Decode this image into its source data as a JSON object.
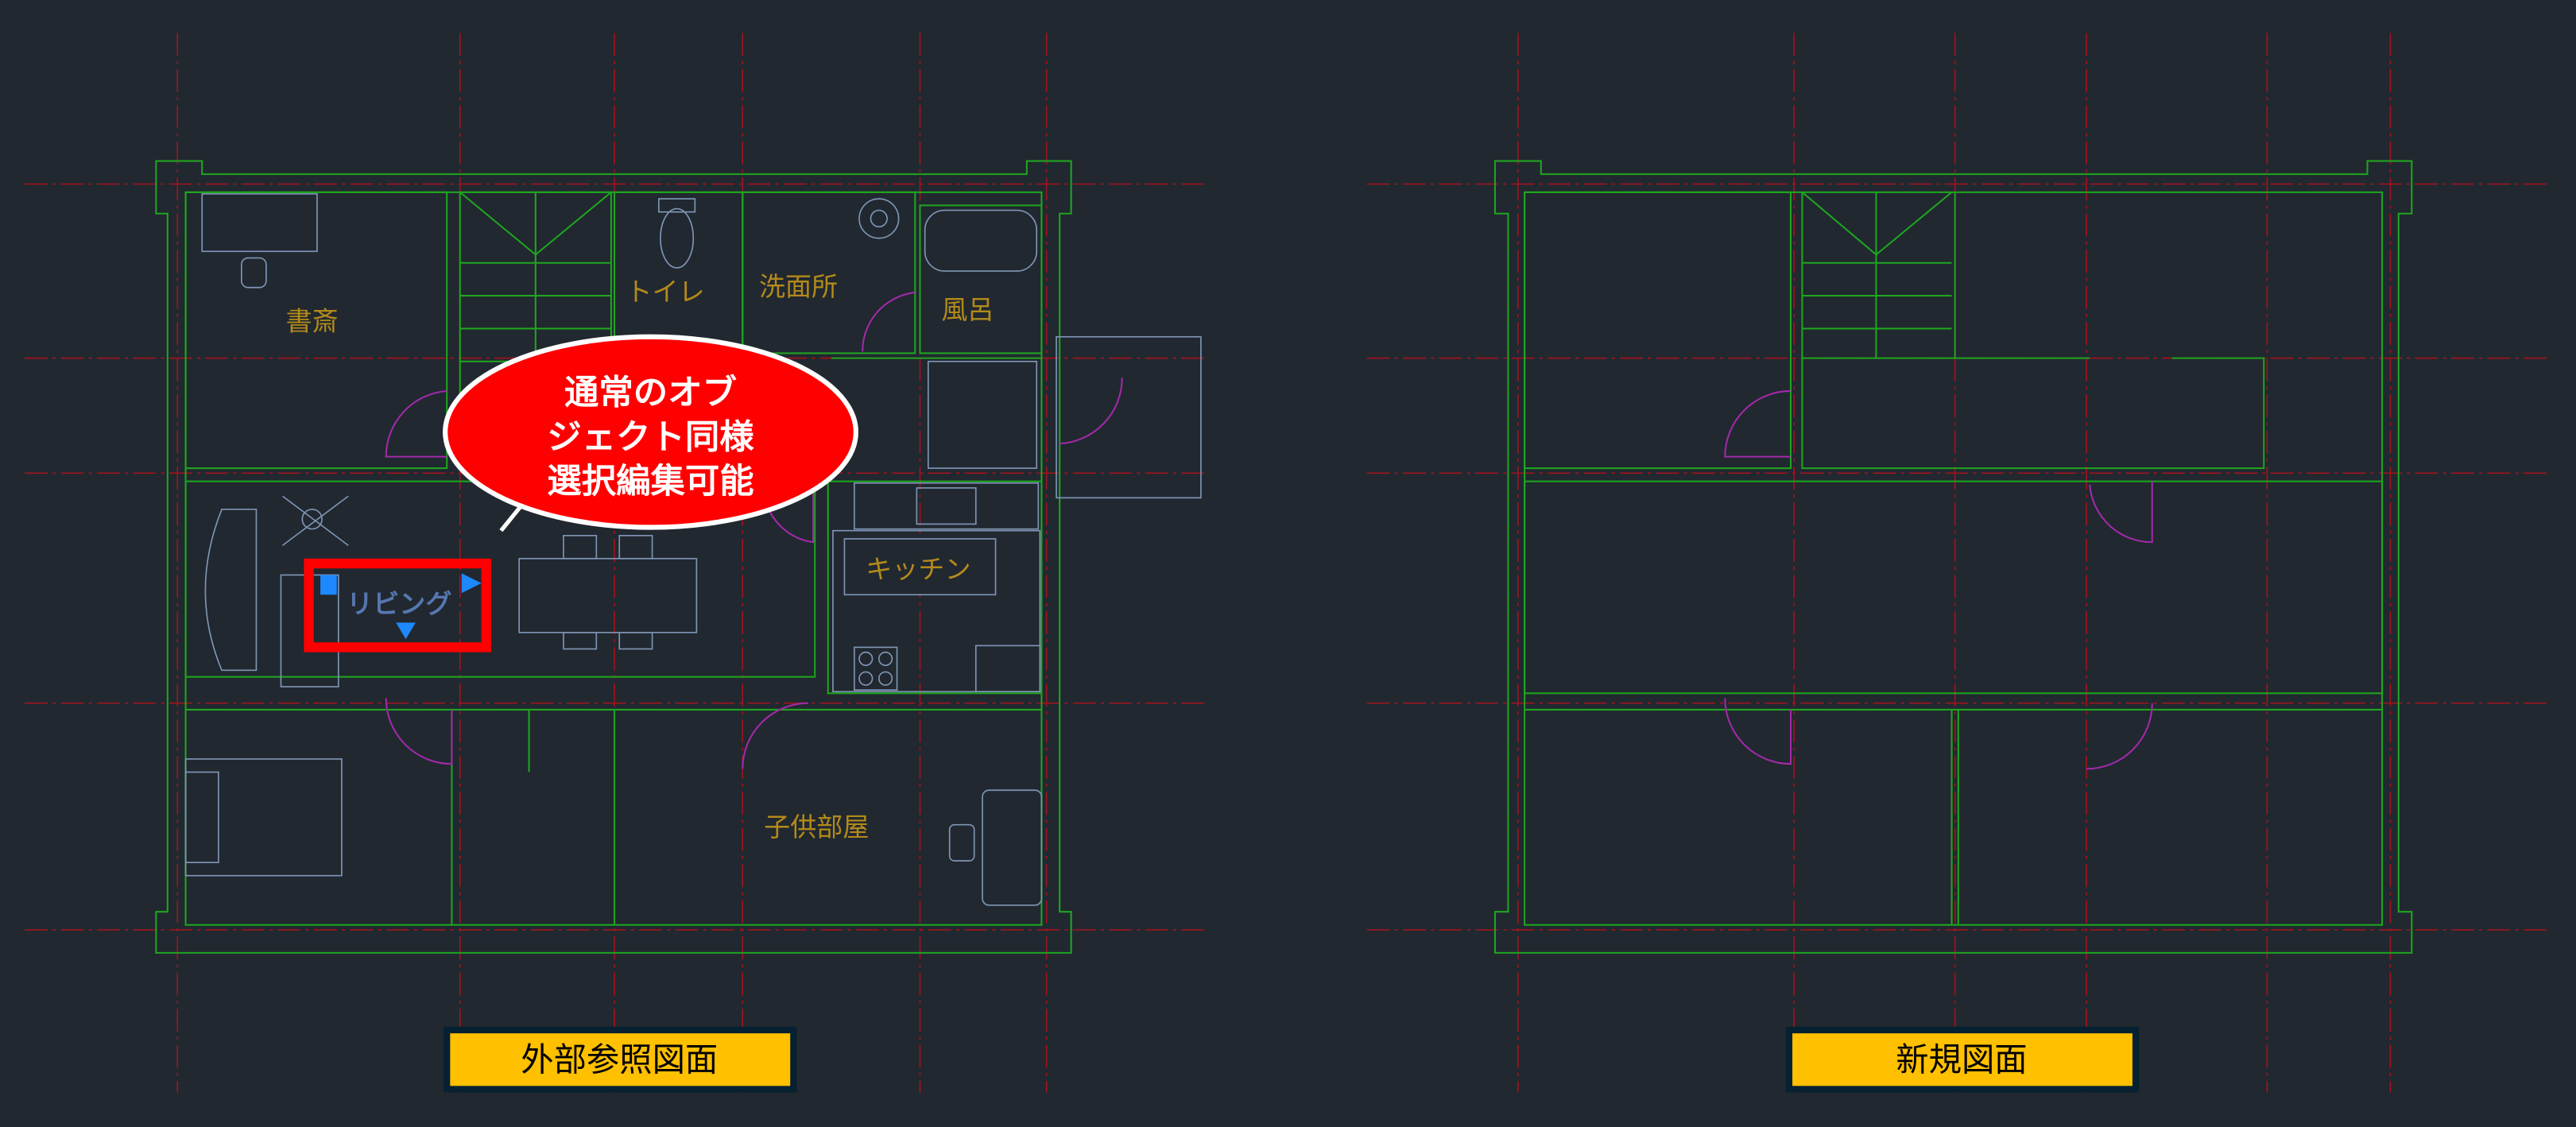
{
  "drawings": {
    "left": {
      "caption": "外部参照図面",
      "rooms": {
        "study": "書斎",
        "toilet": "トイレ",
        "washroom": "洗面所",
        "bath": "風呂",
        "living": "リビング",
        "kitchen": "キッチン",
        "kids_room": "子供部屋"
      },
      "callout": {
        "line1": "通常のオブ",
        "line2": "ジェクト同様",
        "line3": "選択編集可能"
      }
    },
    "right": {
      "caption": "新規図面"
    }
  },
  "colors": {
    "background": "#212830",
    "wall": "#1fa51f",
    "grid": "#a0141e",
    "door": "#a12aa8",
    "room_label": "#b38a1a",
    "callout_fill": "#ff0000",
    "caption_fill": "#ffc000",
    "grip": "#1e88ff"
  }
}
